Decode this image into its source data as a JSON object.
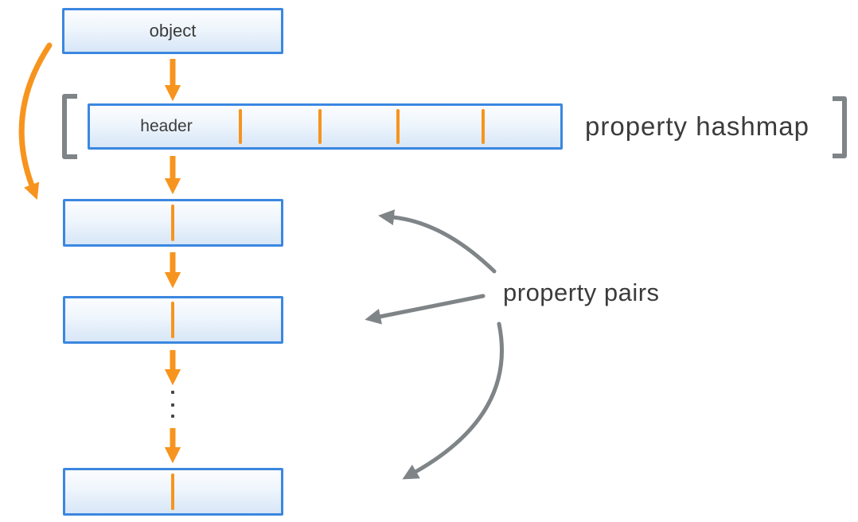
{
  "object_box": {
    "label": "object"
  },
  "hashmap": {
    "header_label": "header",
    "caption": "property hashmap",
    "slot_divider_count": 4
  },
  "pairs": {
    "caption": "property pairs",
    "box_count": 3
  },
  "icons": {
    "ellipsis": "vertical-ellipsis",
    "brackets": "square-brackets"
  },
  "colors": {
    "accent_orange": "#F7941E",
    "box_border_blue": "#3B87E0",
    "box_fill_top": "#FCFDFF",
    "box_fill_bottom": "#D7E6F7",
    "arrow_gray": "#7F8487",
    "text": "#3B3B3B",
    "background": "#FFFFFF"
  }
}
